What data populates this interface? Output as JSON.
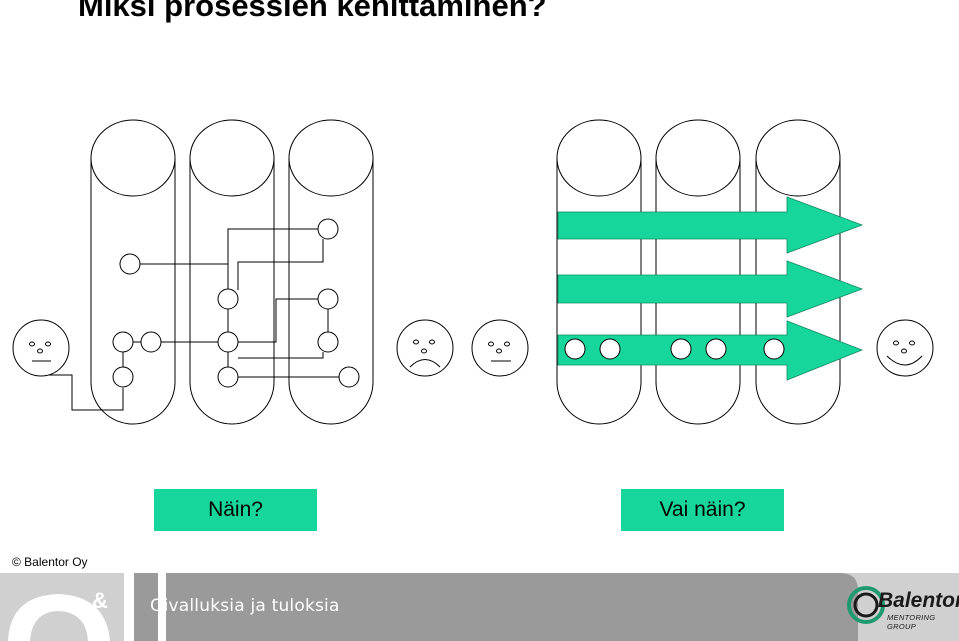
{
  "title": "Miksi prosessien kehittäminen?",
  "labels": {
    "left": "Näin?",
    "right": "Vai näin?"
  },
  "copyright": "© Balentor Oy",
  "footer": {
    "amp": "&",
    "tagline": "Oivalluksia ja tuloksia",
    "logo_name": "Balentor",
    "logo_sub": "MENTORING GROUP"
  },
  "colors": {
    "accent": "#17d69c",
    "footer_band": "#d0d0d0",
    "line": "#000000"
  },
  "icons": {
    "faces": [
      "neutral-face-icon",
      "sad-face-icon",
      "neutral-face-icon",
      "happy-face-icon"
    ],
    "arrows": [
      "process-arrow-icon",
      "process-arrow-icon",
      "process-arrow-icon"
    ]
  }
}
